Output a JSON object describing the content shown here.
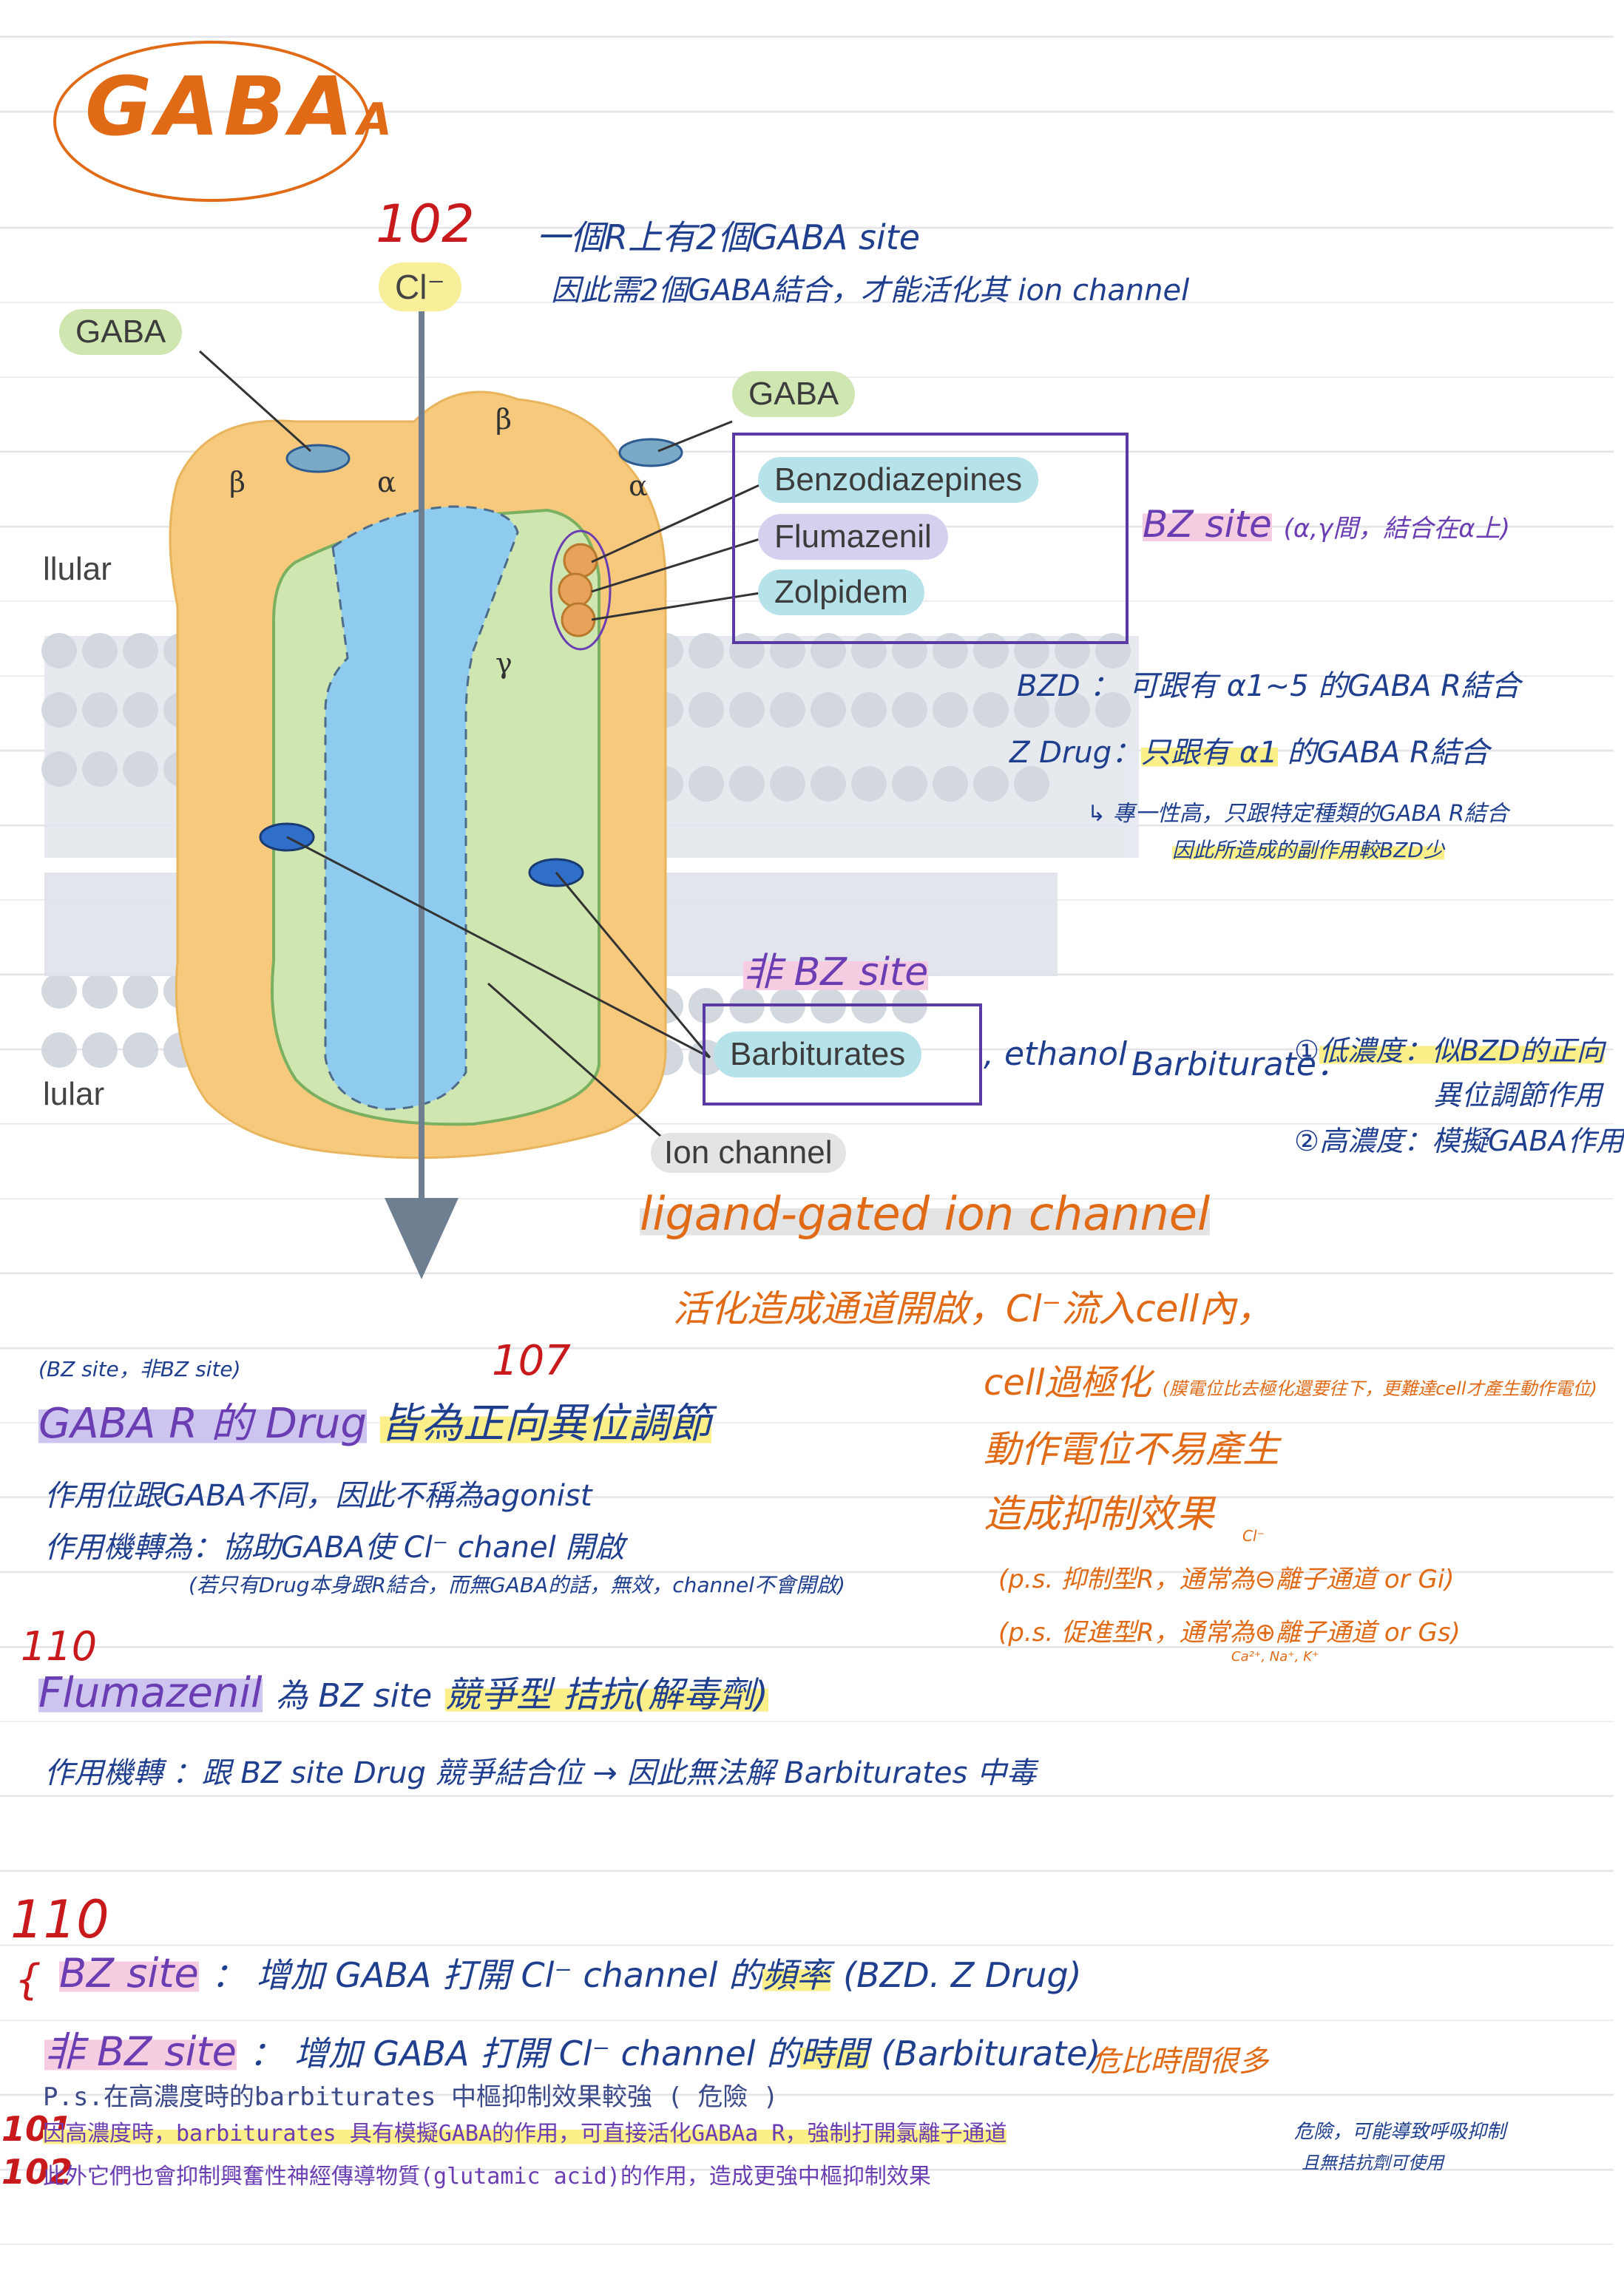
{
  "title": "GABA",
  "title_sub": "A",
  "page_refs": {
    "r102": "102",
    "r107": "107",
    "r110a": "110",
    "r110b": "110",
    "r101": "101",
    "r102b": "102"
  },
  "diagram": {
    "cl_label": "Cl⁻",
    "gaba_left": "GABA",
    "gaba_right": "GABA",
    "subunits": [
      "β",
      "α",
      "β",
      "α",
      "γ"
    ],
    "bz_drugs": [
      "Benzodiazepines",
      "Flumazenil",
      "Zolpidem"
    ],
    "barbiturates": "Barbiturates",
    "ion_channel": "Ion channel",
    "extracellular": "llular",
    "intracellular": "lular"
  },
  "notes": {
    "top_line1": "一個R上有2個GABA site",
    "top_line2": "因此需2個GABA結合，才能活化其 ion channel",
    "bz_site": "BZ site",
    "bz_site_note": "(α,γ間，結合在α上)",
    "bzd_line": "BZD ： 可跟有 α1~5 的GABA R結合",
    "zdrug_prefix": "Z Drug：",
    "zdrug_highlight": "只跟有 α1",
    "zdrug_suffix": " 的GABA R結合",
    "zdrug_sub1": "↳ 專一性高，只跟特定種類的GABA R結合",
    "zdrug_sub2": "因此所造成的副作用較BZD少",
    "non_bz_site": "非 BZ site",
    "ethanol": ", ethanol",
    "barb_label": "Barbiturate：",
    "barb_low_num": "①",
    "barb_low": "低濃度：似BZD的正向",
    "barb_low2": "異位調節作用",
    "barb_high_num": "②",
    "barb_high": "高濃度：模擬GABA作用",
    "ligand_gated": "ligand-gated ion channel",
    "activation": "活化造成通道開啟，Cl⁻流入cell內，",
    "hyperpol": "cell過極化",
    "hyperpol_note": "(膜電位比去極化還要往下，更難達cell才產生動作電位)",
    "action_potential": "動作電位不易產生",
    "inhibition": "造成抑制效果",
    "ps_inhib": "(p.s. 抑制型R，通常為⊖離子通道 or Gi)",
    "ps_inhib_sup": "Cl⁻",
    "ps_excit": "(p.s. 促進型R，通常為⊕離子通道 or Gs)",
    "ps_excit_sub": "Ca²⁺, Na⁺, K⁺",
    "site_note": "(BZ site，非BZ site)",
    "gaba_drug": "GABA R 的 Drug",
    "gaba_drug_rest": "皆為正向異位調節",
    "act_site": "作用位跟GABA不同，因此不稱為agonist",
    "mechanism": "作用機轉為：協助GABA使 Cl⁻ chanel 開啟",
    "mechanism_sub": "(若只有Drug本身跟R結合，而無GABA的話，無效，channel不會開啟)",
    "flumazenil": "Flumazenil",
    "flum_mid": "為 BZ site",
    "flum_hl": "競爭型 拮抗(解毒劑)",
    "flum_mech": "作用機轉 ：跟 BZ site Drug 競爭結合位 → 因此無法解 Barbiturates 中毒",
    "bz_row": "BZ site",
    "bz_row_text": "： 增加 GABA 打開 Cl⁻ channel 的",
    "bz_row_hl": "頻率",
    "bz_row_drugs": "(BZD. Z Drug)",
    "nonbz_row": "非 BZ site",
    "nonbz_row_text": "： 增加 GABA 打開 Cl⁻ channel 的",
    "nonbz_row_hl": "時間",
    "nonbz_row_drugs": "(Barbiturate)",
    "nonbz_note": "危比時間很多",
    "ps_line": "P.s.在高濃度時的barbiturates 中樞抑制效果較強 ( 危險 )",
    "line101": "因高濃度時，barbiturates 具有模擬GABA的作用，可直接活化GABAa R，強制打開氯離子通道",
    "line101_note1": "危險，可能導致呼吸抑制",
    "line101_note2": "且無拮抗劑可使用",
    "line102": "此外它們也會抑制興奮性神經傳導物質(glutamic acid)的作用，造成更強中樞抑制效果"
  },
  "colors": {
    "navy": "#1f3f8e",
    "purple": "#6a3db3",
    "orange": "#e06a16",
    "red": "#c8191c",
    "receptor_orange": "#f6c97d",
    "receptor_green": "#cfe6b0",
    "channel_blue": "#8fcbee"
  }
}
